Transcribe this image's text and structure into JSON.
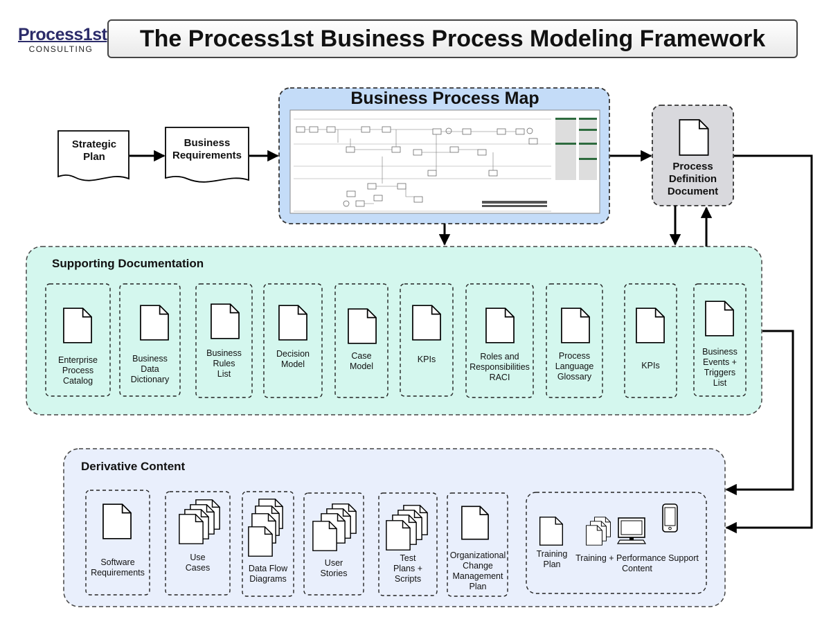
{
  "logo": {
    "name": "Process1st",
    "sub": "CONSULTING"
  },
  "title": "The Process1st Business Process Modeling Framework",
  "inputs": [
    {
      "id": "strategic-plan",
      "label": "Strategic\nPlan"
    },
    {
      "id": "business-requirements",
      "label": "Business\nRequirements"
    }
  ],
  "process_map": {
    "title": "Business Process Map"
  },
  "pdd": {
    "label": "Process\nDefinition\nDocument"
  },
  "supporting": {
    "title": "Supporting Documentation",
    "items": [
      "Enterprise\nProcess\nCatalog",
      "Business\nData\nDictionary",
      "Business\nRules\nList",
      "Decision\nModel",
      "Case\nModel",
      "KPIs",
      "Roles and\nResponsibilities\nRACI",
      "Process\nLanguage\nGlossary",
      "KPIs",
      "Business\nEvents +\nTriggers\nList"
    ]
  },
  "derivative": {
    "title": "Derivative Content",
    "items": [
      "Software\nRequirements",
      "Use\nCases",
      "Data Flow\nDiagrams",
      "User\nStories",
      "Test\nPlans +\nScripts",
      "Organizational\nChange\nManagement\nPlan"
    ],
    "training_plan": "Training\nPlan",
    "training_support": "Training + Performance Support\nContent"
  },
  "colors": {
    "process_map_fill": "#c4dcf8",
    "pdd_fill": "#d9d9dd",
    "supporting_fill": "#d4f7ee",
    "derivative_fill": "#e9effc"
  }
}
